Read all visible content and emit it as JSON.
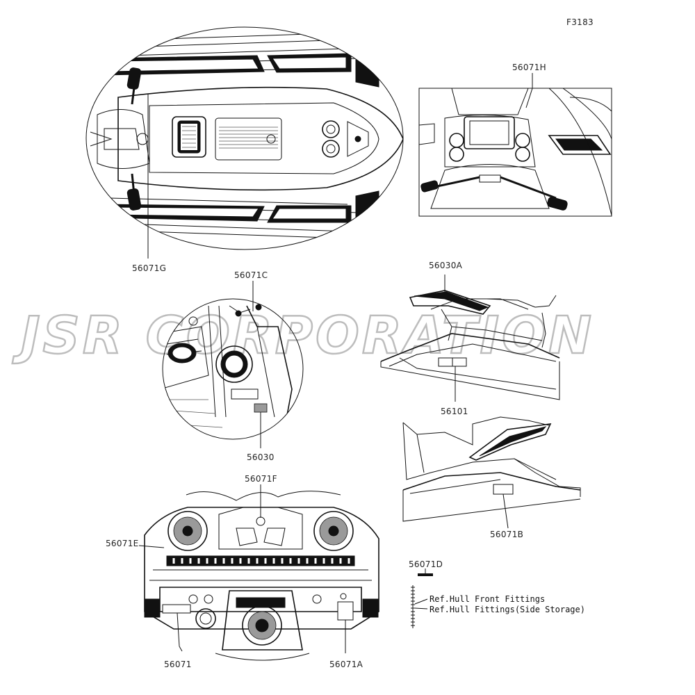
{
  "figure_code": "F3183",
  "watermark": "JSR CORPORATION",
  "labels": {
    "p56071G": "56071G",
    "p56071H": "56071H",
    "p56071C": "56071C",
    "p56030": "56030",
    "p56030A": "56030A",
    "p56101": "56101",
    "p56071B": "56071B",
    "p56071F": "56071F",
    "p56071E": "56071E",
    "p56071": "56071",
    "p56071A": "56071A",
    "p56071D": "56071D"
  },
  "references": {
    "front_fittings": "Ref.Hull Front Fittings",
    "side_storage": "Ref.Hull Fittings(Side Storage)"
  }
}
